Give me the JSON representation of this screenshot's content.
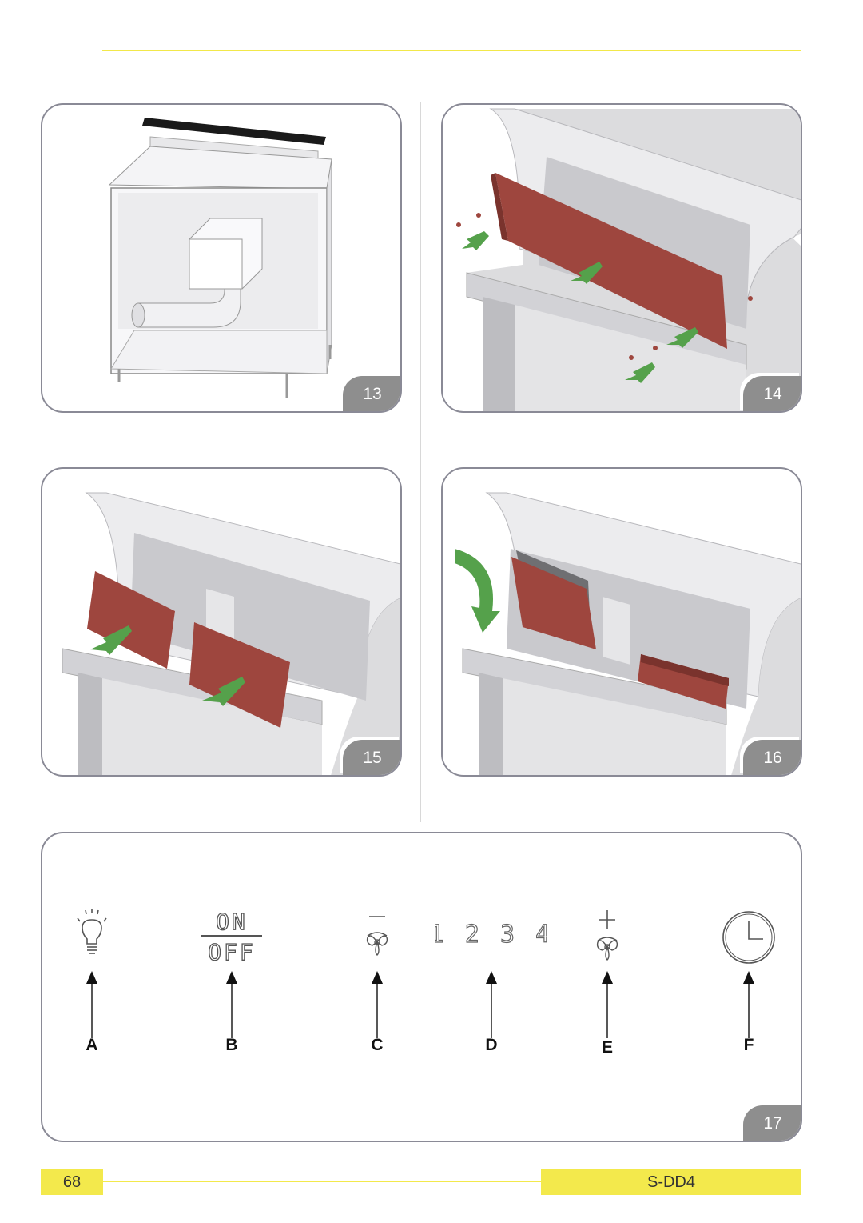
{
  "figures": [
    {
      "number": "13"
    },
    {
      "number": "14"
    },
    {
      "number": "15"
    },
    {
      "number": "16"
    },
    {
      "number": "17"
    }
  ],
  "control_panel": {
    "controls": [
      {
        "letter": "A",
        "icon": "light-bulb-icon"
      },
      {
        "letter": "B",
        "icon": "on-off-icon",
        "on_text": "ON",
        "off_text": "OFF"
      },
      {
        "letter": "C",
        "icon": "fan-minus-icon",
        "symbol": "—"
      },
      {
        "letter": "D",
        "icon": "speed-levels-display",
        "digits": "1 2 3 4"
      },
      {
        "letter": "E",
        "icon": "fan-plus-icon",
        "symbol": "+"
      },
      {
        "letter": "F",
        "icon": "clock-timer-icon"
      }
    ]
  },
  "footer": {
    "page_number": "68",
    "model": "S-DD4"
  },
  "colors": {
    "accent_yellow": "#f3e94c",
    "filter_red": "#9e463e",
    "arrow_green": "#55a14b",
    "badge_gray": "#8e8e8e",
    "frame_gray": "#8a8a96"
  }
}
